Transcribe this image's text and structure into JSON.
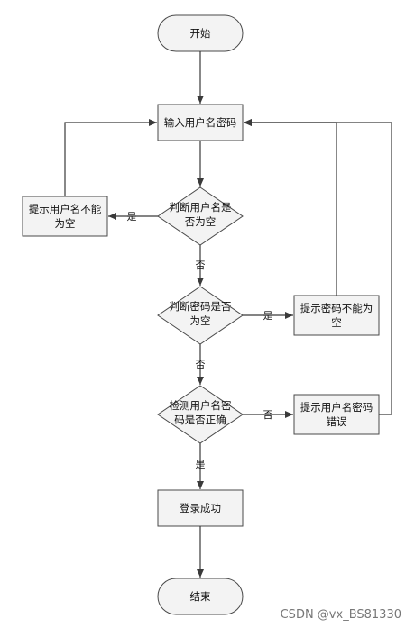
{
  "nodes": {
    "start": "开始",
    "input": "输入用户名密码",
    "check_user_empty": [
      "判断用户名是",
      "否为空"
    ],
    "prompt_user_empty": [
      "提示用户名不能",
      "为空"
    ],
    "check_pwd_empty": [
      "判断密码是否",
      "为空"
    ],
    "prompt_pwd_empty": [
      "提示密码不能为",
      "空"
    ],
    "check_correct": [
      "检测用户名密",
      "码是否正确"
    ],
    "prompt_error": [
      "提示用户名密码",
      "错误"
    ],
    "login_success": "登录成功",
    "end": "结束"
  },
  "edges": {
    "user_empty_yes": "是",
    "user_empty_no": "否",
    "pwd_empty_yes": "是",
    "pwd_empty_no": "否",
    "correct_no": "否",
    "correct_yes": "是"
  },
  "watermark": "CSDN @vx_BS81330"
}
